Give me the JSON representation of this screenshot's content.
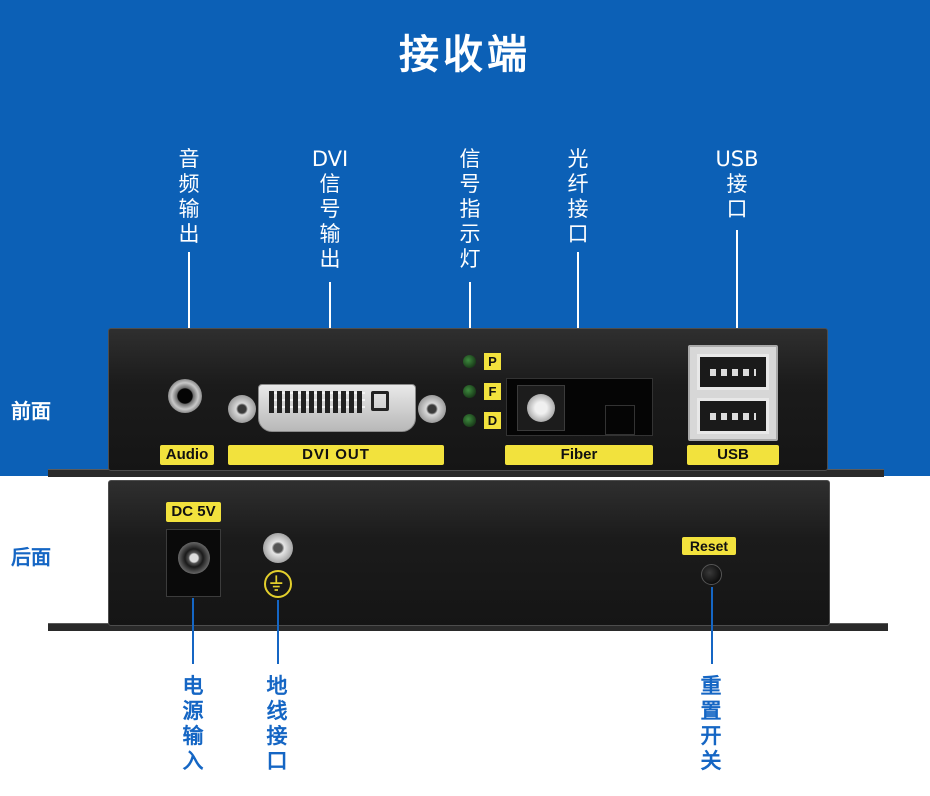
{
  "title": "接收端",
  "sides": {
    "front": "前面",
    "back": "后面"
  },
  "front_callouts": {
    "audio": [
      "音",
      "频",
      "输",
      "出"
    ],
    "dvi": [
      "DVI",
      "信",
      "号",
      "输",
      "出"
    ],
    "indicator": [
      "信",
      "号",
      "指",
      "示",
      "灯"
    ],
    "fiber": [
      "光",
      "纤",
      "接",
      "口"
    ],
    "usb": [
      "USB",
      "接",
      "口"
    ]
  },
  "front_panel": {
    "audio_label": "Audio",
    "dvi_label": "DVI  OUT",
    "fiber_label": "Fiber",
    "usb_label": "USB",
    "leds": [
      "P",
      "F",
      "D"
    ]
  },
  "back_panel": {
    "dc_label": "DC 5V",
    "reset_label": "Reset"
  },
  "back_callouts": {
    "power": [
      "电",
      "源",
      "输",
      "入"
    ],
    "ground": [
      "地",
      "线",
      "接",
      "口"
    ],
    "reset": [
      "重",
      "置",
      "开",
      "关"
    ]
  },
  "colors": {
    "band": "#0c60b6",
    "callout_blue": "#1566c4",
    "label_yellow": "#f2e23d",
    "panel": "#1b1b1b"
  }
}
